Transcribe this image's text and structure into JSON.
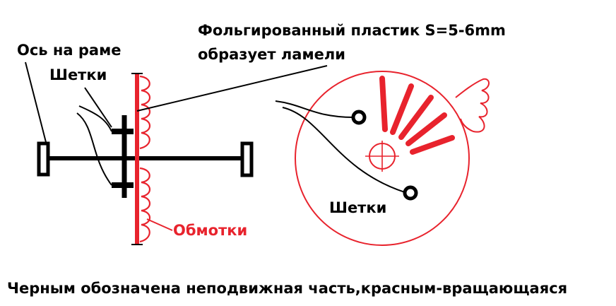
{
  "colors": {
    "stationary": "#000000",
    "rotating": "#e8232d",
    "background": "#ffffff"
  },
  "labels": {
    "foil_line1": "Фольгированный пластик S=5-6mm",
    "foil_line2": "образует ламели",
    "axis_on_frame": "Ось на раме",
    "brushes_left": "Шетки",
    "brushes_right": "Шетки",
    "windings": "Обмотки",
    "caption": "Черным обозначена неподвижная часть,красным-вращающаяся"
  }
}
